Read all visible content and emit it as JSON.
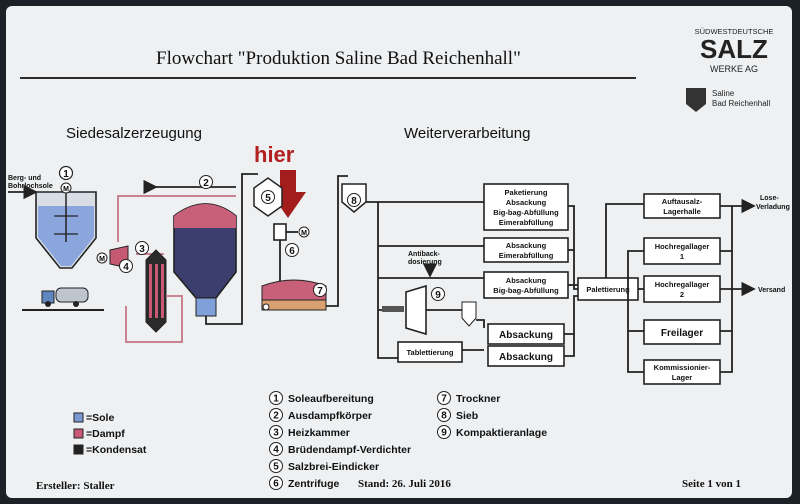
{
  "title": "Flowchart \"Produktion Saline Bad Reichenhall\"",
  "logo": {
    "line1": "SÜDWESTDEUTSCHE",
    "line2": "SALZ",
    "line3": "WERKE AG",
    "sub1": "Saline",
    "sub2": "Bad Reichenhall"
  },
  "sections": {
    "left": "Siedesalzerzeugung",
    "right": "Weiterverarbeitung"
  },
  "hier": "hier",
  "inputs": {
    "line1": "Berg- und",
    "line2": "Bohrlochsole"
  },
  "motor": "M",
  "steps": [
    "1",
    "2",
    "3",
    "4",
    "5",
    "6",
    "7",
    "8",
    "9"
  ],
  "boxes": {
    "paketierung": [
      "Paketierung",
      "Absackung",
      "Big-bag-Abfüllung",
      "Eimerabfüllung"
    ],
    "absackung_eimer": [
      "Absackung",
      "Eimerabfüllung"
    ],
    "absackung_bigbag": [
      "Absackung",
      "Big-bag-Abfüllung"
    ],
    "absackung_1": "Absackung",
    "absackung_2": "Absackung",
    "tablettierung": "Tablettierung",
    "palettierung": "Palettierung",
    "auftausalz": [
      "Auftausalz-",
      "Lagerhalle"
    ],
    "hochregal1": [
      "Hochregallager",
      "1"
    ],
    "hochregal2": [
      "Hochregallager",
      "2"
    ],
    "freilager": "Freilager",
    "kommission": [
      "Kommissionier-",
      "Lager"
    ]
  },
  "antiback": [
    "Antiback-",
    "dosierung"
  ],
  "outputs": {
    "lose1": "Lose-",
    "lose2": "Verladung",
    "versand": "Versand"
  },
  "legend_colors": [
    {
      "label": "=Sole",
      "color": "#7b98d0"
    },
    {
      "label": "=Dampf",
      "color": "#c55a72"
    },
    {
      "label": "=Kondensat",
      "color": "#222222"
    }
  ],
  "legend_steps": [
    {
      "n": "1",
      "label": "Soleaufbereitung"
    },
    {
      "n": "2",
      "label": "Ausdampfkörper"
    },
    {
      "n": "3",
      "label": "Heizkammer"
    },
    {
      "n": "4",
      "label": "Brüdendampf-Verdichter"
    },
    {
      "n": "5",
      "label": "Salzbrei-Eindicker"
    },
    {
      "n": "6",
      "label": "Zentrifuge"
    },
    {
      "n": "7",
      "label": "Trockner"
    },
    {
      "n": "8",
      "label": "Sieb"
    },
    {
      "n": "9",
      "label": "Kompaktieranlage"
    }
  ],
  "footer": {
    "creator": "Ersteller: Staller",
    "date": "Stand: 26. Juli 2016",
    "page": "Seite 1 von 1"
  }
}
